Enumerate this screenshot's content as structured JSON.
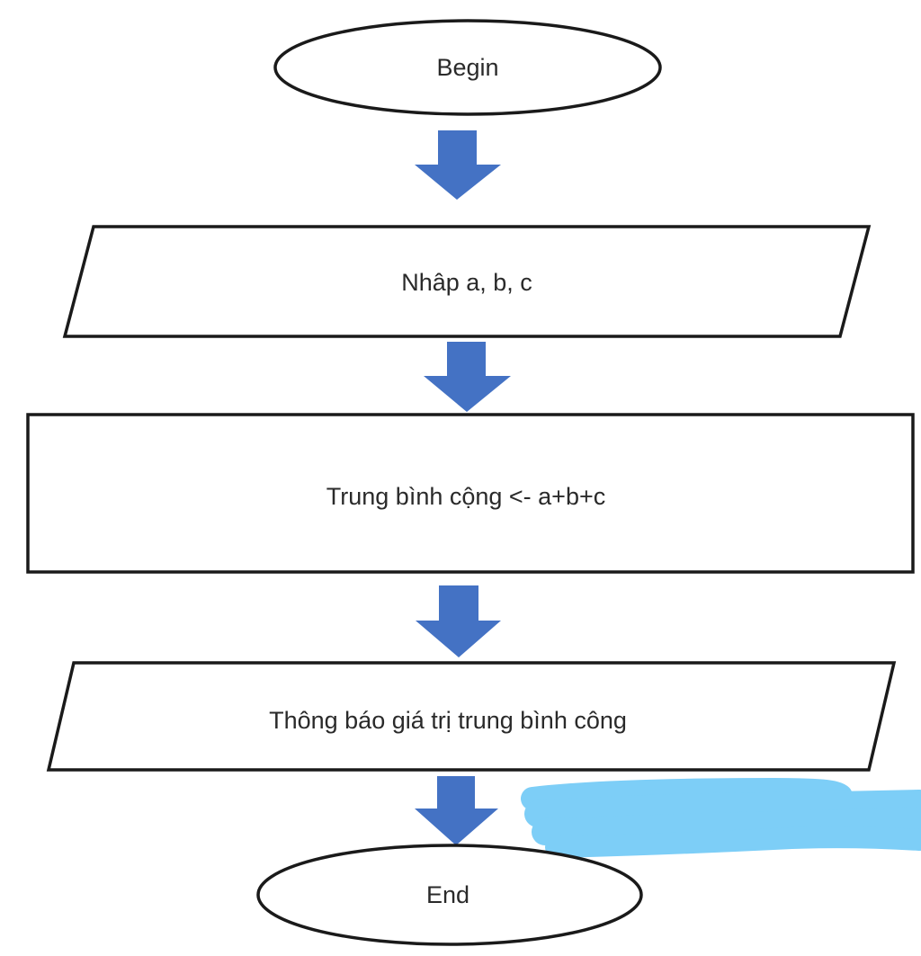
{
  "diagram": {
    "type": "flowchart",
    "nodes": [
      {
        "id": "begin",
        "shape": "terminator",
        "label": "Begin"
      },
      {
        "id": "input",
        "shape": "data",
        "label": "Nhâp a, b, c"
      },
      {
        "id": "process",
        "shape": "process",
        "label": "Trung bình cộng <- a+b+c"
      },
      {
        "id": "output",
        "shape": "data",
        "label": "Thông báo giá trị trung bình công"
      },
      {
        "id": "end",
        "shape": "terminator",
        "label": "End"
      }
    ],
    "edges": [
      {
        "from": "begin",
        "to": "input"
      },
      {
        "from": "input",
        "to": "process"
      },
      {
        "from": "process",
        "to": "output"
      },
      {
        "from": "output",
        "to": "end"
      }
    ]
  },
  "colors": {
    "arrow": "#4472c4",
    "outline": "#1a1a1a",
    "redaction_scribble": "#7dcef7"
  }
}
